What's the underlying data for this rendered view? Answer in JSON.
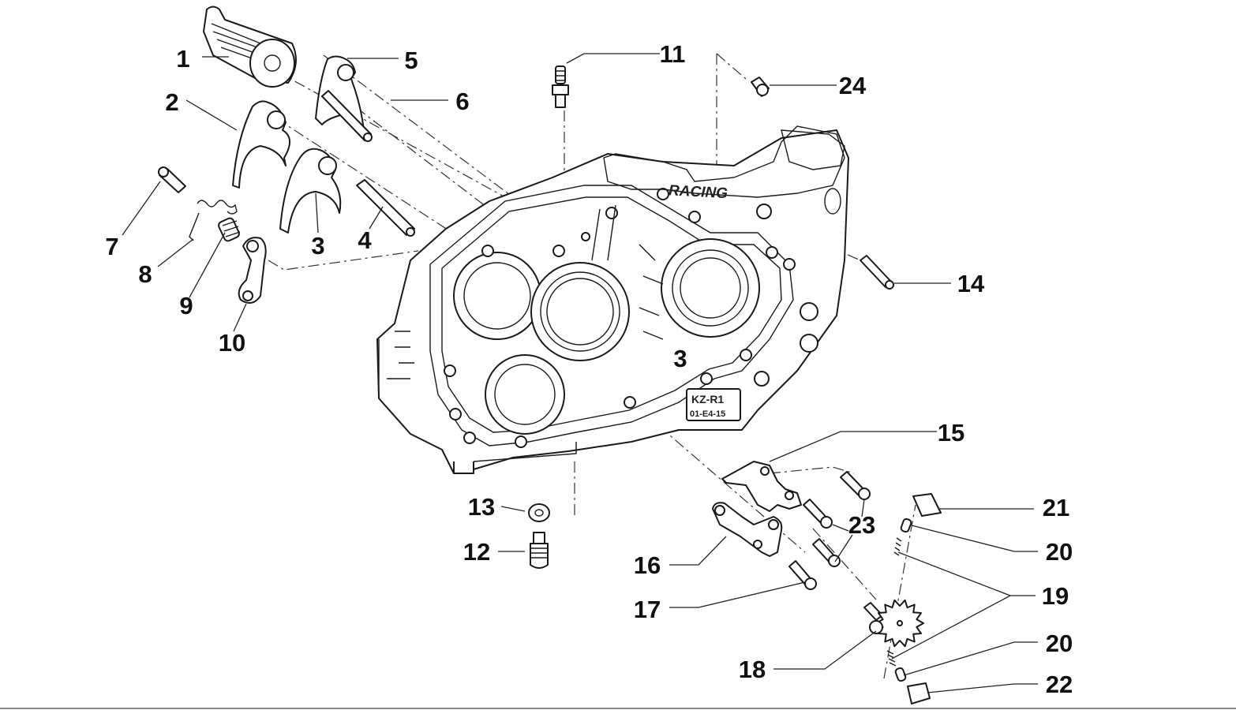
{
  "diagram": {
    "title": "Crankcase and gearshift mechanism exploded view",
    "type": "exploded-parts-diagram",
    "crankcase_markings": {
      "brand_text": "RACING",
      "model_plate_line1": "KZ-R1",
      "model_plate_line2": "01-E4-15"
    },
    "callouts": [
      {
        "id": "1",
        "label": "1",
        "part": "shift-drum"
      },
      {
        "id": "2",
        "label": "2",
        "part": "shift-fork"
      },
      {
        "id": "3",
        "label": "3",
        "part": "shift-fork"
      },
      {
        "id": "3b",
        "label": "3",
        "part": "shift-fork-in-case"
      },
      {
        "id": "4",
        "label": "4",
        "part": "fork-shaft"
      },
      {
        "id": "5",
        "label": "5",
        "part": "shift-fork"
      },
      {
        "id": "6",
        "label": "6",
        "part": "fork-shaft"
      },
      {
        "id": "7",
        "label": "7",
        "part": "bolt"
      },
      {
        "id": "8",
        "label": "8",
        "part": "spring"
      },
      {
        "id": "9",
        "label": "9",
        "part": "spring"
      },
      {
        "id": "10",
        "label": "10",
        "part": "detent-lever"
      },
      {
        "id": "11",
        "label": "11",
        "part": "breather-fitting"
      },
      {
        "id": "12",
        "label": "12",
        "part": "drain-plug"
      },
      {
        "id": "13",
        "label": "13",
        "part": "sealing-washer"
      },
      {
        "id": "14",
        "label": "14",
        "part": "fitting"
      },
      {
        "id": "15",
        "label": "15",
        "part": "bearing-retainer-plate"
      },
      {
        "id": "16",
        "label": "16",
        "part": "retainer-plate"
      },
      {
        "id": "17",
        "label": "17",
        "part": "screw"
      },
      {
        "id": "18",
        "label": "18",
        "part": "gear"
      },
      {
        "id": "19",
        "label": "19",
        "part": "springs"
      },
      {
        "id": "20",
        "label": "20",
        "part": "pin"
      },
      {
        "id": "20b",
        "label": "20",
        "part": "pin"
      },
      {
        "id": "21",
        "label": "21",
        "part": "contact"
      },
      {
        "id": "22",
        "label": "22",
        "part": "contact"
      },
      {
        "id": "23",
        "label": "23",
        "part": "screws"
      },
      {
        "id": "24",
        "label": "24",
        "part": "dowel-nut"
      }
    ]
  }
}
